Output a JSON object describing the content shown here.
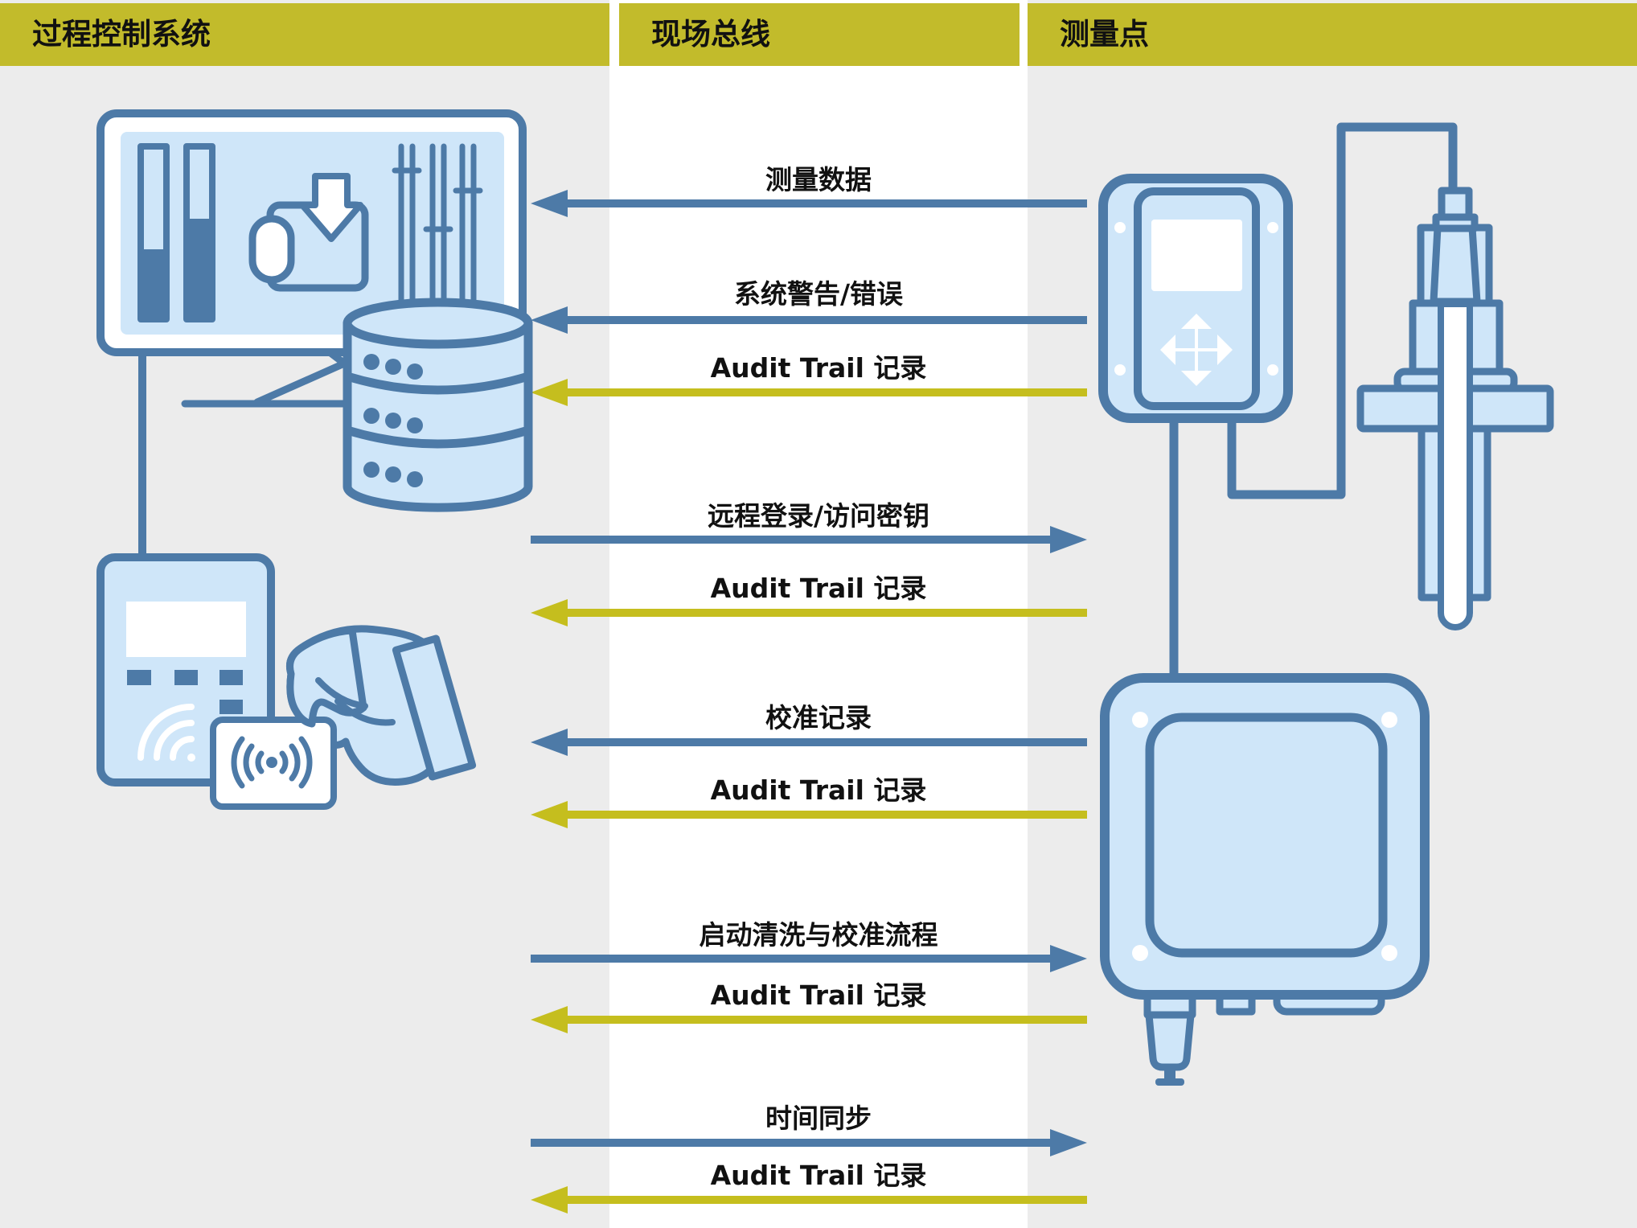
{
  "colors": {
    "blue": "#4d7aa7",
    "light": "#cfe6f9",
    "olive-arrow": "#c5be1e",
    "olive-header": "#c2bb2b",
    "bg": "#ececec",
    "text": "#111111"
  },
  "headers": [
    {
      "label": "过程控制系统"
    },
    {
      "label": "现场总线"
    },
    {
      "label": "测量点"
    }
  ],
  "messages": [
    {
      "label": "测量数据",
      "direction": "left",
      "color": "blue"
    },
    {
      "label": "系统警告/错误",
      "direction": "left",
      "color": "blue"
    },
    {
      "label": "Audit Trail 记录",
      "direction": "left",
      "color": "olive"
    },
    {
      "label": "远程登录/访问密钥",
      "direction": "right",
      "color": "blue"
    },
    {
      "label": "Audit Trail 记录",
      "direction": "left",
      "color": "olive"
    },
    {
      "label": "校准记录",
      "direction": "left",
      "color": "blue"
    },
    {
      "label": "Audit Trail 记录",
      "direction": "left",
      "color": "olive"
    },
    {
      "label": "启动清洗与校准流程",
      "direction": "right",
      "color": "blue"
    },
    {
      "label": "Audit Trail 记录",
      "direction": "left",
      "color": "olive"
    },
    {
      "label": "时间同步",
      "direction": "right",
      "color": "blue"
    },
    {
      "label": "Audit Trail 记录",
      "direction": "left",
      "color": "olive"
    }
  ],
  "illustrations": {
    "left": [
      "process-control-monitor-icon",
      "database-icon",
      "rfid-reader-icon",
      "hand-with-rfid-card-icon"
    ],
    "right": [
      "transmitter-icon",
      "ph-sensor-probe-icon",
      "field-housing-icon"
    ]
  }
}
